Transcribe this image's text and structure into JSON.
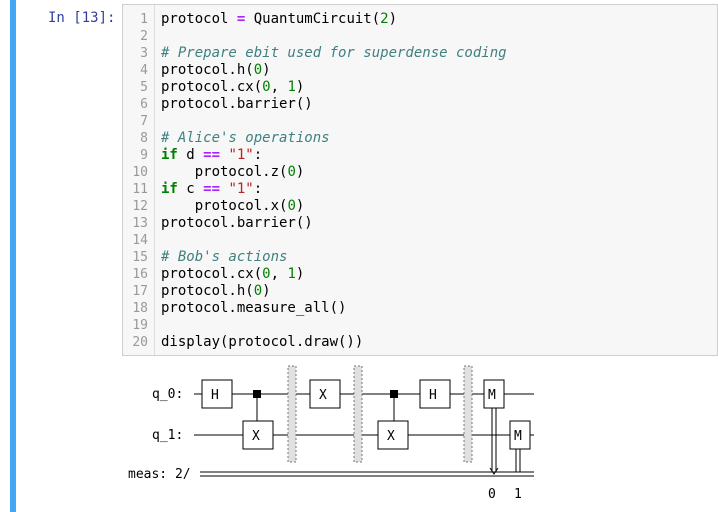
{
  "cell": {
    "prompt": "In [13]:",
    "lines": [
      {
        "n": "1",
        "tokens": [
          [
            "",
            "protocol "
          ],
          [
            "op",
            "="
          ],
          [
            "",
            " QuantumCircuit("
          ],
          [
            "num",
            "2"
          ],
          [
            "",
            ")"
          ]
        ]
      },
      {
        "n": "2",
        "tokens": []
      },
      {
        "n": "3",
        "tokens": [
          [
            "com",
            "# Prepare ebit used for superdense coding"
          ]
        ]
      },
      {
        "n": "4",
        "tokens": [
          [
            "",
            "protocol.h("
          ],
          [
            "num",
            "0"
          ],
          [
            "",
            ")"
          ]
        ]
      },
      {
        "n": "5",
        "tokens": [
          [
            "",
            "protocol.cx("
          ],
          [
            "num",
            "0"
          ],
          [
            "",
            ", "
          ],
          [
            "num",
            "1"
          ],
          [
            "",
            ")"
          ]
        ]
      },
      {
        "n": "6",
        "tokens": [
          [
            "",
            "protocol.barrier()"
          ]
        ]
      },
      {
        "n": "7",
        "tokens": []
      },
      {
        "n": "8",
        "tokens": [
          [
            "com",
            "# Alice's operations"
          ]
        ]
      },
      {
        "n": "9",
        "tokens": [
          [
            "kw",
            "if"
          ],
          [
            "",
            " d "
          ],
          [
            "op",
            "=="
          ],
          [
            "",
            " "
          ],
          [
            "str",
            "\"1\""
          ],
          [
            "",
            ":"
          ]
        ]
      },
      {
        "n": "10",
        "tokens": [
          [
            "",
            "    protocol.z("
          ],
          [
            "num",
            "0"
          ],
          [
            "",
            ")"
          ]
        ]
      },
      {
        "n": "11",
        "tokens": [
          [
            "kw",
            "if"
          ],
          [
            "",
            " c "
          ],
          [
            "op",
            "=="
          ],
          [
            "",
            " "
          ],
          [
            "str",
            "\"1\""
          ],
          [
            "",
            ":"
          ]
        ]
      },
      {
        "n": "12",
        "tokens": [
          [
            "",
            "    protocol.x("
          ],
          [
            "num",
            "0"
          ],
          [
            "",
            ")"
          ]
        ]
      },
      {
        "n": "13",
        "tokens": [
          [
            "",
            "protocol.barrier()"
          ]
        ]
      },
      {
        "n": "14",
        "tokens": []
      },
      {
        "n": "15",
        "tokens": [
          [
            "com",
            "# Bob's actions"
          ]
        ]
      },
      {
        "n": "16",
        "tokens": [
          [
            "",
            "protocol.cx("
          ],
          [
            "num",
            "0"
          ],
          [
            "",
            ", "
          ],
          [
            "num",
            "1"
          ],
          [
            "",
            ")"
          ]
        ]
      },
      {
        "n": "17",
        "tokens": [
          [
            "",
            "protocol.h("
          ],
          [
            "num",
            "0"
          ],
          [
            "",
            ")"
          ]
        ]
      },
      {
        "n": "18",
        "tokens": [
          [
            "",
            "protocol.measure_all()"
          ]
        ]
      },
      {
        "n": "19",
        "tokens": []
      },
      {
        "n": "20",
        "tokens": [
          [
            "",
            "display(protocol.draw())"
          ]
        ]
      }
    ]
  },
  "circuit": {
    "wires": {
      "q0": "q_0:",
      "q1": "q_1:",
      "meas": "meas: 2/"
    },
    "gates": {
      "h": "H",
      "x": "X",
      "m": "M"
    },
    "bit_labels": [
      "0",
      "1"
    ]
  }
}
